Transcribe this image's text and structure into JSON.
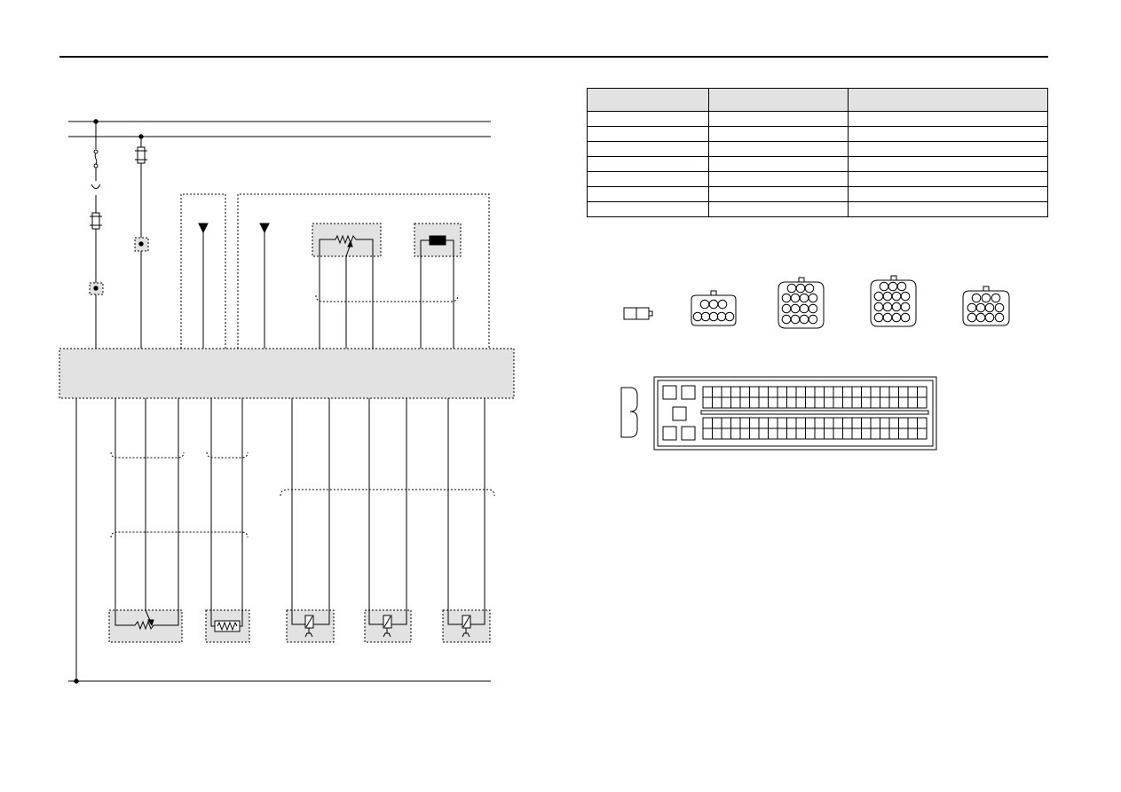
{
  "diagram": {
    "kind": "wiring-schematic",
    "stroke_color": "#000000",
    "fill_grey": "#e2e2e2",
    "components": [
      {
        "name": "fuse-symbol"
      },
      {
        "name": "relay-contact-symbol"
      },
      {
        "name": "fuse-box-symbol"
      },
      {
        "name": "splice-point-a"
      },
      {
        "name": "splice-point-b"
      },
      {
        "name": "ground-input-a"
      },
      {
        "name": "ground-input-b"
      },
      {
        "name": "throttle-potentiometer"
      },
      {
        "name": "heater-element"
      },
      {
        "name": "ecu-control-unit"
      },
      {
        "name": "pedal-potentiometer"
      },
      {
        "name": "temperature-resistor"
      },
      {
        "name": "injector-1"
      },
      {
        "name": "injector-2"
      },
      {
        "name": "injector-3"
      }
    ]
  },
  "connector_table": {
    "columns": 3,
    "header": [
      "",
      "",
      ""
    ],
    "rows": [
      [
        "",
        "",
        ""
      ],
      [
        "",
        "",
        ""
      ],
      [
        "",
        "",
        ""
      ],
      [
        "",
        "",
        ""
      ],
      [
        "",
        "",
        ""
      ],
      [
        "",
        "",
        ""
      ],
      [
        "",
        "",
        ""
      ]
    ]
  },
  "connector_views": [
    {
      "name": "connector-2-pin"
    },
    {
      "name": "connector-8-pin"
    },
    {
      "name": "connector-16-pin-a"
    },
    {
      "name": "connector-16-pin-b"
    },
    {
      "name": "connector-12-pin"
    },
    {
      "name": "ecu-main-connector"
    }
  ]
}
